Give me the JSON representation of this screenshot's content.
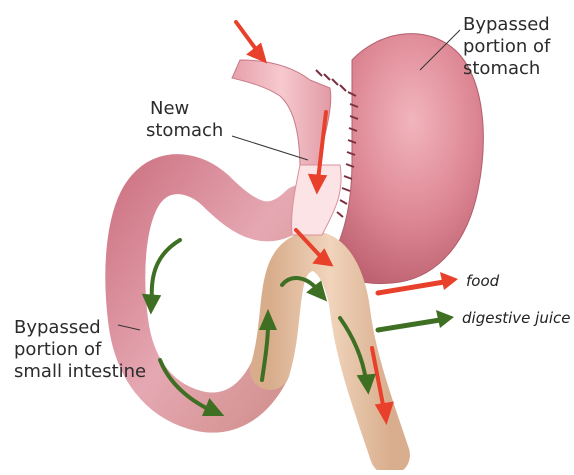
{
  "labels": {
    "bypassed_stomach": [
      "Bypassed",
      "portion of",
      "stomach"
    ],
    "new_stomach": [
      "New",
      "stomach"
    ],
    "bypassed_intestine": [
      "Bypassed",
      "portion of",
      "small intestine"
    ]
  },
  "legend": {
    "food": "food",
    "digestive_juice": "digestive juice"
  },
  "colors": {
    "stomach": "#e08c98",
    "stomach_dark": "#b85867",
    "intestine": "#e2c0a4",
    "food_arrow": "#e8402a",
    "juice_arrow": "#3e6f23",
    "staple": "#7a3040"
  }
}
